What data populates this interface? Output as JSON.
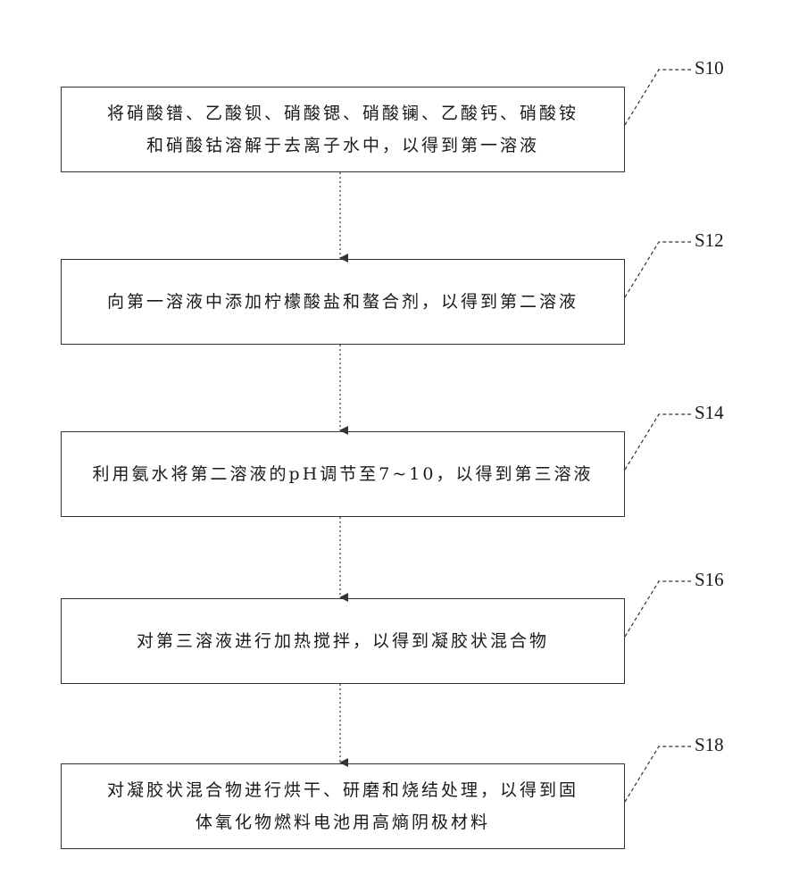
{
  "steps": [
    {
      "id": "S10",
      "lines": [
        "将硝酸镨、乙酸钡、硝酸锶、硝酸镧、乙酸钙、硝酸铵",
        "和硝酸钴溶解于去离子水中，以得到第一溶液"
      ]
    },
    {
      "id": "S12",
      "lines": [
        "向第一溶液中添加柠檬酸盐和螯合剂，以得到第二溶液"
      ]
    },
    {
      "id": "S14",
      "lines": [
        "利用氨水将第二溶液的pH调节至7~10，以得到第三溶液"
      ]
    },
    {
      "id": "S16",
      "lines": [
        "对第三溶液进行加热搅拌，以得到凝胶状混合物"
      ]
    },
    {
      "id": "S18",
      "lines": [
        "对凝胶状混合物进行烘干、研磨和烧结处理，以得到固",
        "体氧化物燃料电池用高熵阴极材料"
      ]
    }
  ],
  "colors": {
    "stroke": "#333333",
    "text": "#1a1a1a"
  }
}
